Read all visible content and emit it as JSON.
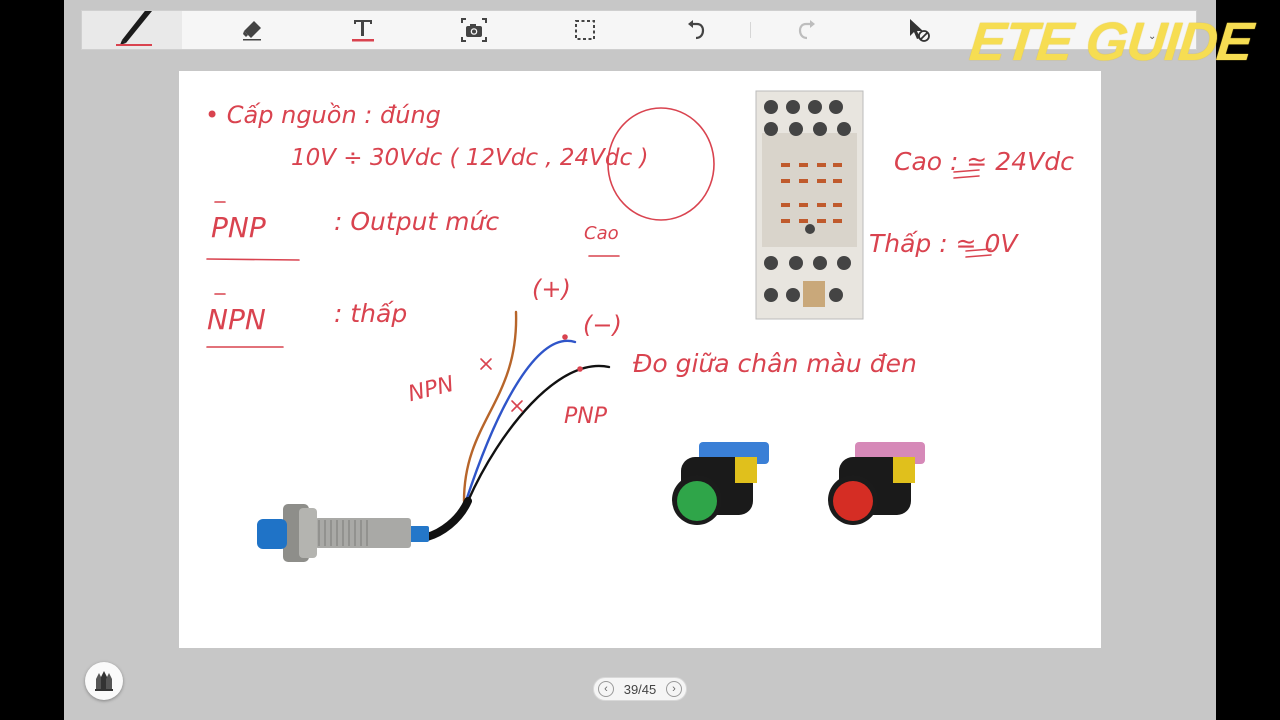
{
  "toolbar": {
    "tools": [
      {
        "name": "pen-tool",
        "icon": "pen-icon",
        "active": true
      },
      {
        "name": "eraser-tool",
        "icon": "eraser-icon"
      },
      {
        "name": "text-tool",
        "icon": "text-icon"
      },
      {
        "name": "screenshot-tool",
        "icon": "camera-icon"
      },
      {
        "name": "select-tool",
        "icon": "selection-icon"
      },
      {
        "name": "undo-button",
        "icon": "undo-icon"
      },
      {
        "name": "redo-button",
        "icon": "redo-icon"
      },
      {
        "name": "pointer-off-button",
        "icon": "pointer-disabled-icon"
      }
    ]
  },
  "brand": {
    "logo": "ETE GUIDE",
    "logo_color": "#f6dd52"
  },
  "ink_color": "#d9434f",
  "notes": {
    "line1": "• Cấp nguồn : đúng",
    "line2": "10V ÷ 30Vdc ( 12Vdc , 24Vdc )",
    "pnp_label": "PNP",
    "pnp_text": ": Output mức",
    "cao_word": "Cao",
    "npn_label": "NPN",
    "npn_text": ": thấp",
    "plus": "(+)",
    "minus": "(−)",
    "npn_wire": "NPN",
    "pnp_wire": "PNP",
    "measure": "Đo giữa chân màu đen",
    "high": "Cao : ≃ 24Vdc",
    "low": "Thấp : ≃ 0V"
  },
  "pager": {
    "label": "39/45",
    "prev": "‹",
    "next": "›"
  }
}
